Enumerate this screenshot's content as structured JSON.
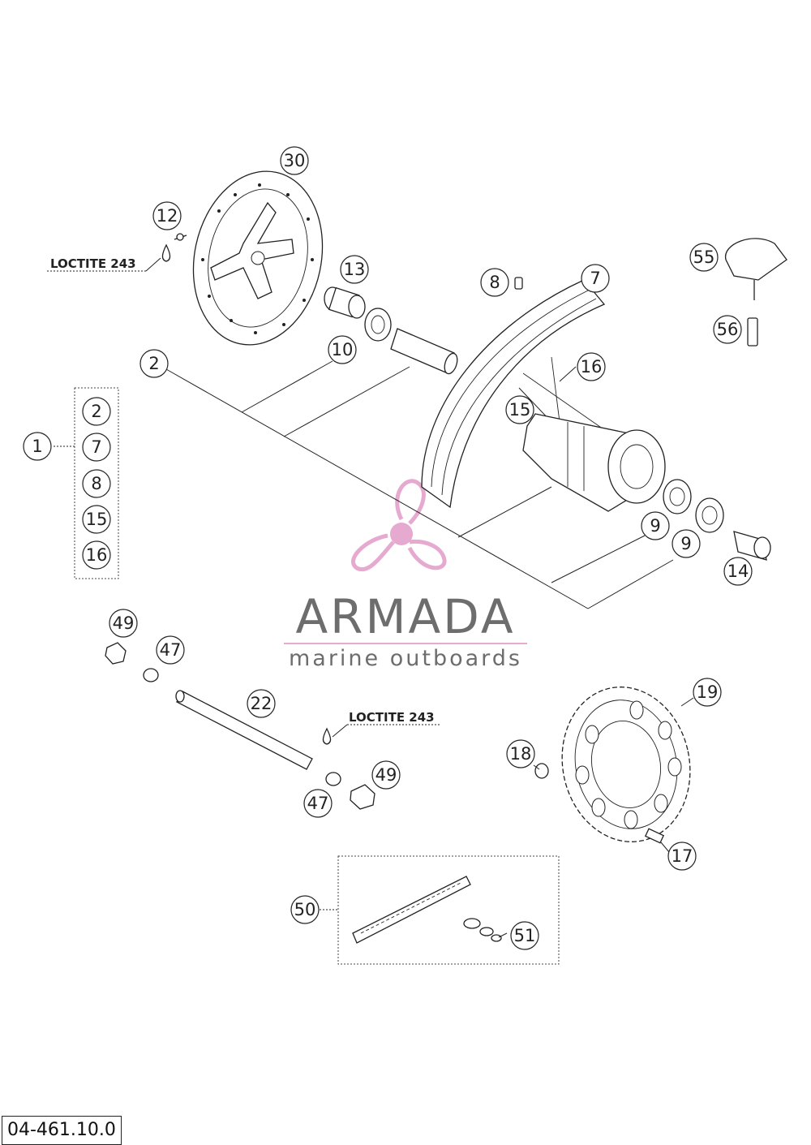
{
  "notes": {
    "loctite_upper": "LOCTITE 243",
    "loctite_lower": "LOCTITE 243"
  },
  "watermark": {
    "brand": "ARMADA",
    "tagline": "marine outboards",
    "accent_color": "#e6a9cf",
    "text_color": "#6d6d6d"
  },
  "reference_code": "04-461.10.0",
  "kit": {
    "label": "1",
    "items": [
      "2",
      "7",
      "8",
      "15",
      "16"
    ]
  },
  "callouts": {
    "c30": "30",
    "c12": "12",
    "c13": "13",
    "c8": "8",
    "c7": "7",
    "c55": "55",
    "c56": "56",
    "c2": "2",
    "c10": "10",
    "c16": "16",
    "c15": "15",
    "c9a": "9",
    "c9b": "9",
    "c14": "14",
    "c49a": "49",
    "c47a": "47",
    "c22": "22",
    "c47b": "47",
    "c49b": "49",
    "c19": "19",
    "c18": "18",
    "c17": "17",
    "c50": "50",
    "c51": "51"
  }
}
